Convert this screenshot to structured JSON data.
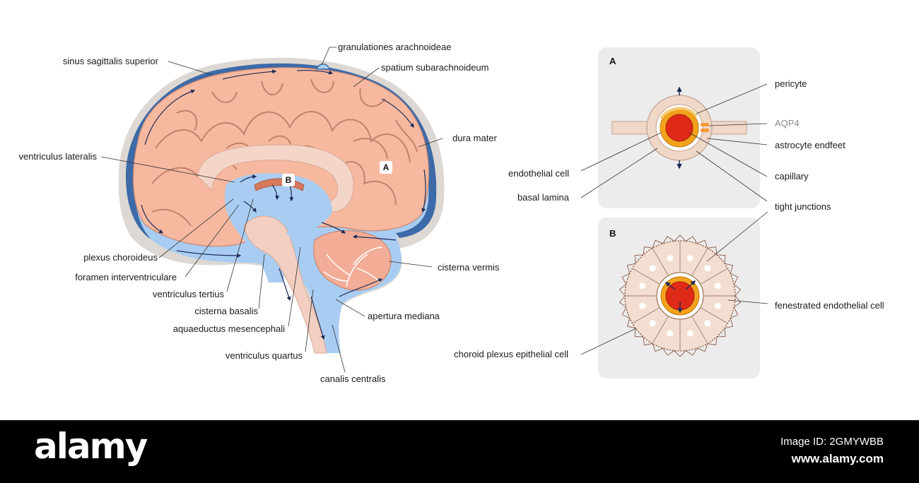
{
  "brain_labels": {
    "sinus_sagittalis_superior": "sinus sagittalis superior",
    "granulationes_arachnoideae": "granulationes arachnoideae",
    "spatium_subarachnoideum": "spatium subarachnoideum",
    "dura_mater": "dura mater",
    "ventriculus_lateralis": "ventriculus lateralis",
    "plexus_choroideus": "plexus choroideus",
    "foramen_interventriculare": "foramen interventriculare",
    "ventriculus_tertius": "ventriculus tertius",
    "cisterna_basalis": "cisterna basalis",
    "aquaeductus_mesencephali": "aquaeductus mesencephali",
    "ventriculus_quartus": "ventriculus quartus",
    "canalis_centralis": "canalis centralis",
    "apertura_mediana": "apertura mediana",
    "cisterna_vermis": "cisterna vermis",
    "tag_a": "A",
    "tag_b": "B"
  },
  "panel_a": {
    "letter": "A",
    "labels": {
      "pericyte": "pericyte",
      "aqp4": "AQP4",
      "astrocyte_endfeet": "astrocyte endfeet",
      "capillary": "capillary",
      "tight_junctions": "tight junctions",
      "endothelial_cell": "endothelial cell",
      "basal_lamina": "basal lamina"
    }
  },
  "panel_b": {
    "letter": "B",
    "labels": {
      "fenestrated_endothelial_cell": "fenestrated endothelial cell",
      "choroid_plexus_epithelial_cell": "choroid plexus epithelial cell"
    }
  },
  "footer": {
    "logo": "alamy",
    "image_id": "Image ID: 2GMYWBB",
    "site": "www.alamy.com"
  },
  "colors": {
    "dura": "#3d6aa8",
    "csf": "#a9cdf2",
    "brain_tissue": "#f6b9a0",
    "panel_bg": "#ececec",
    "capillary_red": "#e02a18",
    "endfoot_orange": "#f3a21b"
  }
}
